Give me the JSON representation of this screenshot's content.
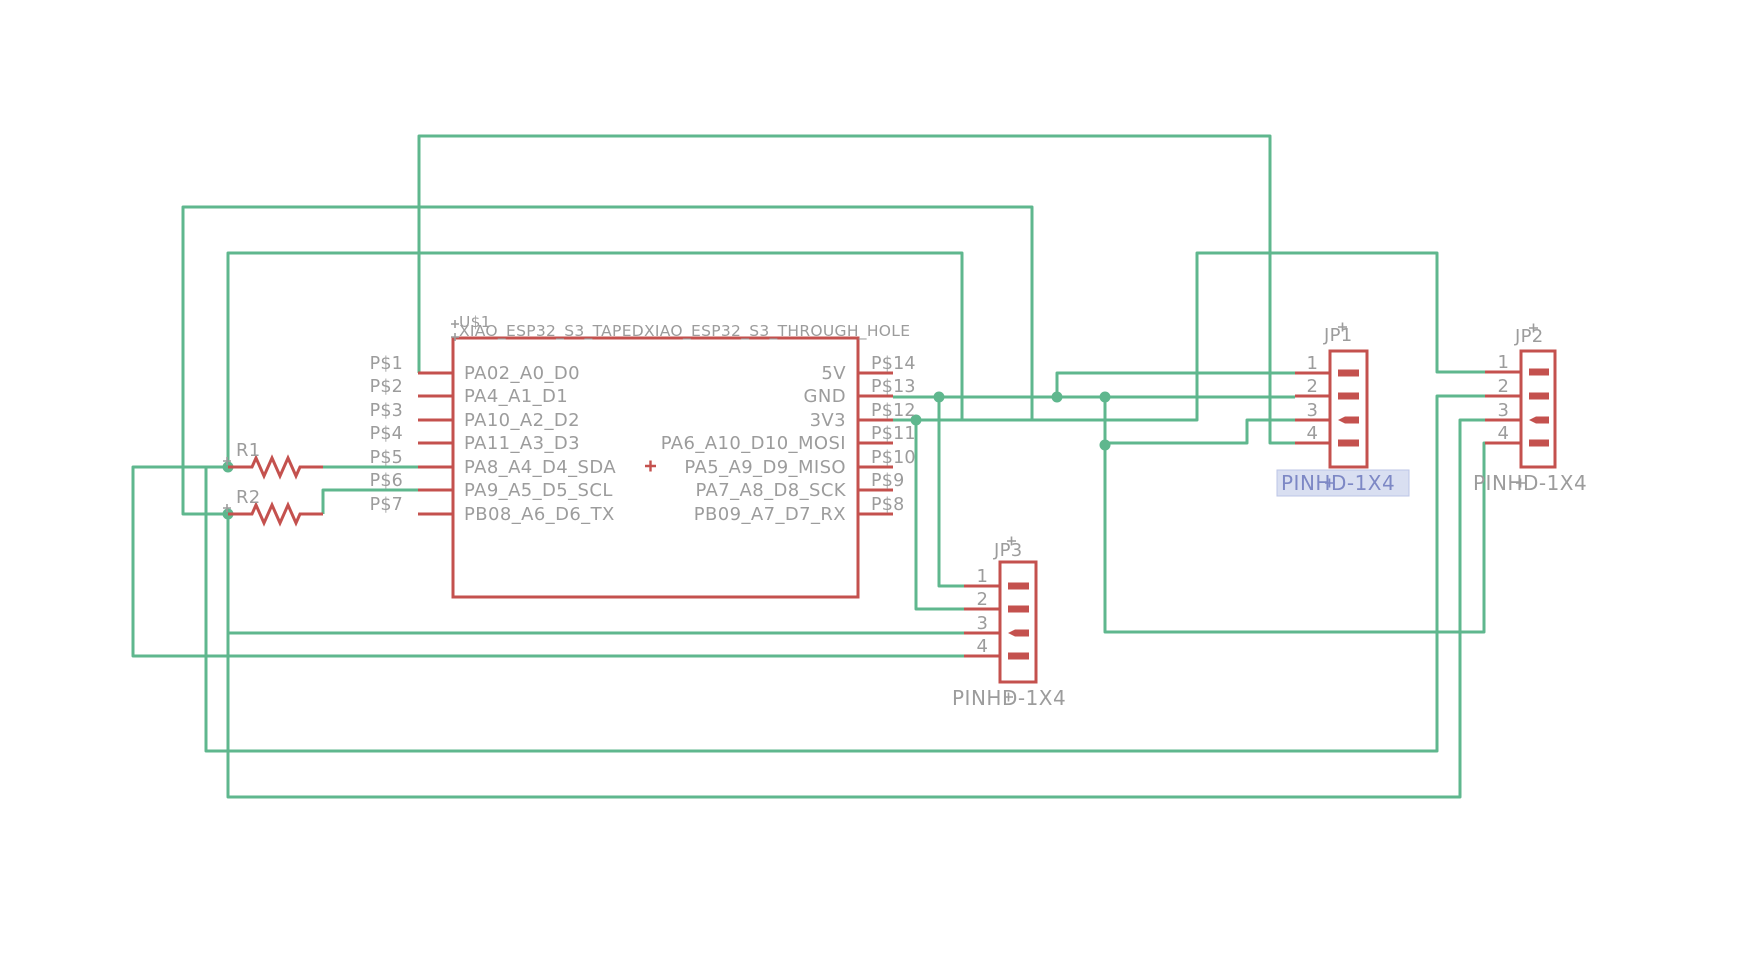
{
  "colors": {
    "wire": "#5fb78e",
    "symbol": "#c4514e",
    "label": "#9c9c9c",
    "highlight_text": "#7d88c5",
    "highlight_bg": "#d9dff1"
  },
  "ic": {
    "ref": "U$1",
    "part": "XIAO_ESP32_S3_TAPEDXIAO_ESP32_S3_THROUGH_HOLE",
    "left_pins": [
      {
        "pad": "P$1",
        "name": "PA02_A0_D0"
      },
      {
        "pad": "P$2",
        "name": "PA4_A1_D1"
      },
      {
        "pad": "P$3",
        "name": "PA10_A2_D2"
      },
      {
        "pad": "P$4",
        "name": "PA11_A3_D3"
      },
      {
        "pad": "P$5",
        "name": "PA8_A4_D4_SDA"
      },
      {
        "pad": "P$6",
        "name": "PA9_A5_D5_SCL"
      },
      {
        "pad": "P$7",
        "name": "PB08_A6_D6_TX"
      }
    ],
    "right_pins": [
      {
        "pad": "P$14",
        "name": "5V"
      },
      {
        "pad": "P$13",
        "name": "GND"
      },
      {
        "pad": "P$12",
        "name": "3V3"
      },
      {
        "pad": "P$11",
        "name": "PA6_A10_D10_MOSI"
      },
      {
        "pad": "P$10",
        "name": "PA5_A9_D9_MISO"
      },
      {
        "pad": "P$9",
        "name": "PA7_A8_D8_SCK"
      },
      {
        "pad": "P$8",
        "name": "PB09_A7_D7_RX"
      }
    ]
  },
  "resistors": [
    {
      "ref": "R1"
    },
    {
      "ref": "R2"
    }
  ],
  "headers": [
    {
      "ref": "JP1",
      "part": "PINHD-1X4",
      "pins": [
        "1",
        "2",
        "3",
        "4"
      ],
      "selected": true
    },
    {
      "ref": "JP2",
      "part": "PINHD-1X4",
      "pins": [
        "1",
        "2",
        "3",
        "4"
      ],
      "selected": false
    },
    {
      "ref": "JP3",
      "part": "PINHD-1X4",
      "pins": [
        "1",
        "2",
        "3",
        "4"
      ],
      "selected": false
    }
  ]
}
